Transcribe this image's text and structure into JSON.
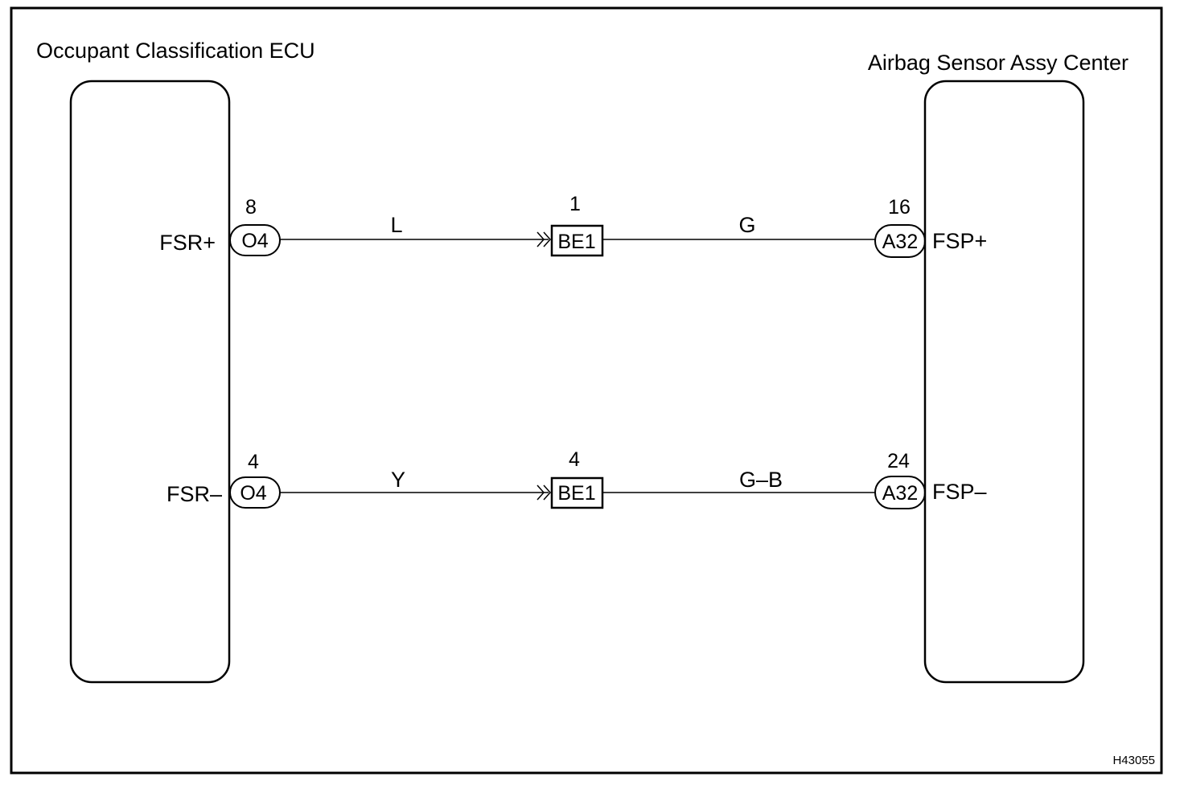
{
  "components": {
    "left": {
      "title": "Occupant Classification ECU"
    },
    "right": {
      "title": "Airbag Sensor Assy Center"
    }
  },
  "circuits": [
    {
      "left_terminal": "FSR+",
      "left_connector": "O4",
      "left_pin": "8",
      "wire_left": "L",
      "junction": "BE1",
      "junction_pin": "1",
      "wire_right": "G",
      "right_connector": "A32",
      "right_pin": "16",
      "right_terminal": "FSP+"
    },
    {
      "left_terminal": "FSR–",
      "left_connector": "O4",
      "left_pin": "4",
      "wire_left": "Y",
      "junction": "BE1",
      "junction_pin": "4",
      "wire_right": "G–B",
      "right_connector": "A32",
      "right_pin": "24",
      "right_terminal": "FSP–"
    }
  ],
  "figure_code": "H43055",
  "colors": {
    "line": "#000000",
    "background": "#ffffff"
  }
}
